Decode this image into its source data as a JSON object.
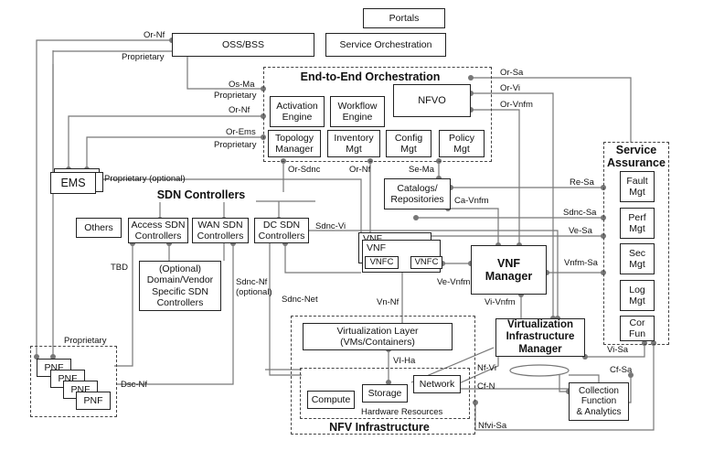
{
  "boxes": {
    "portals": "Portals",
    "oss_bss": "OSS/BSS",
    "service_orchestration": "Service Orchestration",
    "activation_engine": "Activation\nEngine",
    "workflow_engine": "Workflow\nEngine",
    "nfvo": "NFVO",
    "topology_manager": "Topology\nManager",
    "inventory_mgt": "Inventory\nMgt",
    "config_mgt": "Config\nMgt",
    "policy_mgt": "Policy\nMgt",
    "catalogs_repositories": "Catalogs/\nRepositories",
    "ems": "EMS",
    "others": "Others",
    "access_sdn": "Access SDN\nControllers",
    "wan_sdn": "WAN SDN\nControllers",
    "dc_sdn": "DC SDN\nControllers",
    "optional_sdn": "(Optional)\nDomain/Vendor\nSpecific SDN\nControllers",
    "vnf_back": "VNF",
    "vnf": "VNF",
    "vnfc_1": "VNFC",
    "vnfc_2": "VNFC",
    "vnf_manager": "VNF\nManager",
    "virtualization_layer": "Virtualization Layer\n(VMs/Containers)",
    "vim": "Virtualization\nInfrastructure\nManager",
    "compute": "Compute",
    "storage": "Storage",
    "network": "Network",
    "collection_function": "Collection\nFunction\n& Analytics",
    "fault_mgt": "Fault\nMgt",
    "perf_mgt": "Perf\nMgt",
    "sec_mgt": "Sec\nMgt",
    "log_mgt": "Log\nMgt",
    "cor_fun": "Cor\nFun",
    "pnf": "PNF"
  },
  "groups": {
    "e2e_orchestration": "End-to-End Orchestration",
    "sdn_controllers": "SDN Controllers",
    "service_assurance": "Service\nAssurance",
    "nfv_infrastructure": "NFV Infrastructure",
    "hardware_resources": "Hardware Resources"
  },
  "labels": {
    "or_nf_top": "Or-Nf",
    "proprietary_oss": "Proprietary",
    "os_ma": "Os-Ma",
    "proprietary_osma": "Proprietary",
    "or_nf_mid": "Or-Nf",
    "or_ems": "Or-Ems",
    "proprietary_ems": "Proprietary",
    "or_sa": "Or-Sa",
    "or_vi": "Or-Vi",
    "or_vnfm": "Or-Vnfm",
    "proprietary_optional": "Proprietary (optional)",
    "or_sdnc": "Or-Sdnc",
    "or_nf_low": "Or-Nf",
    "se_ma": "Se-Ma",
    "re_sa": "Re-Sa",
    "ca_vnfm": "Ca-Vnfm",
    "sdnc_vi": "Sdnc-Vi",
    "sdnc_sa": "Sdnc-Sa",
    "ve_sa": "Ve-Sa",
    "vnfm_sa": "Vnfm-Sa",
    "tbd": "TBD",
    "sdnc_nf_optional": "Sdnc-Nf\n(optional)",
    "ve_vnfm": "Ve-Vnfm",
    "sdnc_net": "Sdnc-Net",
    "vn_nf": "Vn-Nf",
    "vi_vnfm": "Vi-Vnfm",
    "proprietary_pnf": "Proprietary",
    "vi_ha": "VI-Ha",
    "nf_vi": "Nf-Vi",
    "cf_n": "Cf-N",
    "dsc_nf": "Dsc-Nf",
    "vi_sa": "Vi-Sa",
    "cf_sa": "Cf-Sa",
    "nfvi_sa": "Nfvi-Sa"
  }
}
